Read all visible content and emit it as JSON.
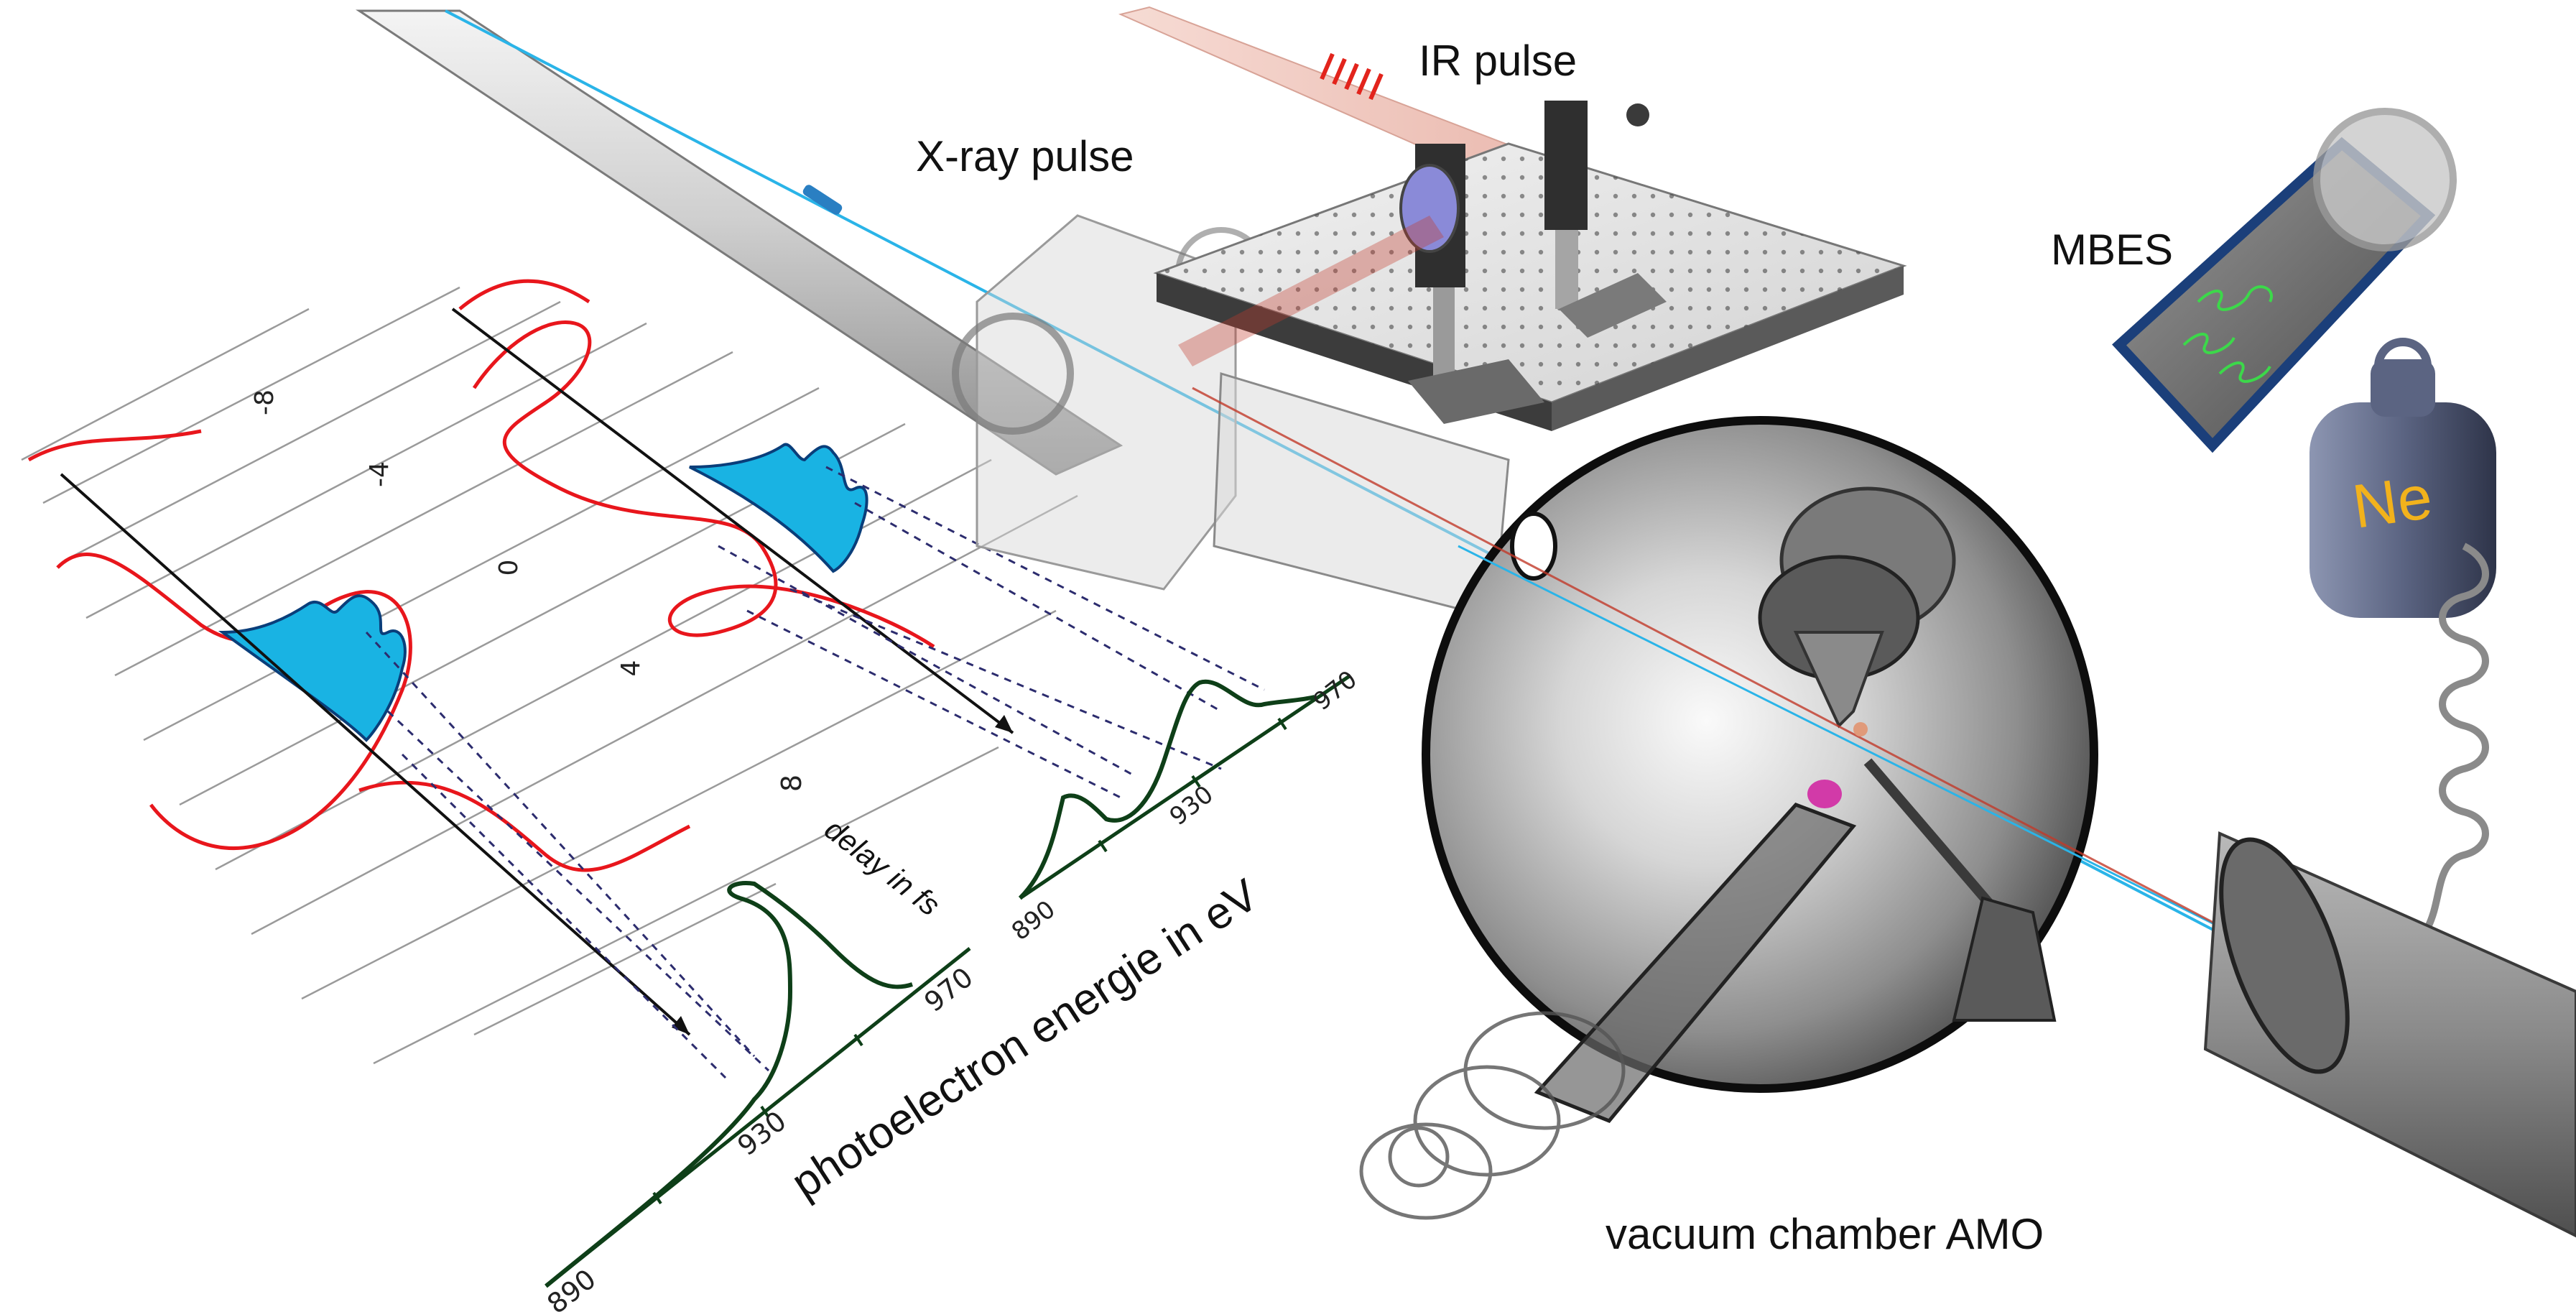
{
  "labels": {
    "xray": "X-ray pulse",
    "ir": "IR pulse",
    "mbes": "MBES",
    "gas": "Ne",
    "chamber": "vacuum chamber AMO",
    "delay_axis": "delay in fs",
    "energy_axis": "photoelectron energie in eV"
  },
  "delay_ticks": [
    "-8",
    "-4",
    "0",
    "4",
    "8"
  ],
  "energy_ticks_front": [
    "890",
    "930",
    "970"
  ],
  "energy_ticks_back": [
    "890",
    "930",
    "970"
  ],
  "colors": {
    "ir_field": "#e8161c",
    "xray_fill": "#19b3e3",
    "xray_outline": "#0a3e7a",
    "spectrum": "#0e3f18",
    "xray_beam": "#2ab4e8",
    "ir_beam": "#c23a2a",
    "label_text": "#111111"
  }
}
